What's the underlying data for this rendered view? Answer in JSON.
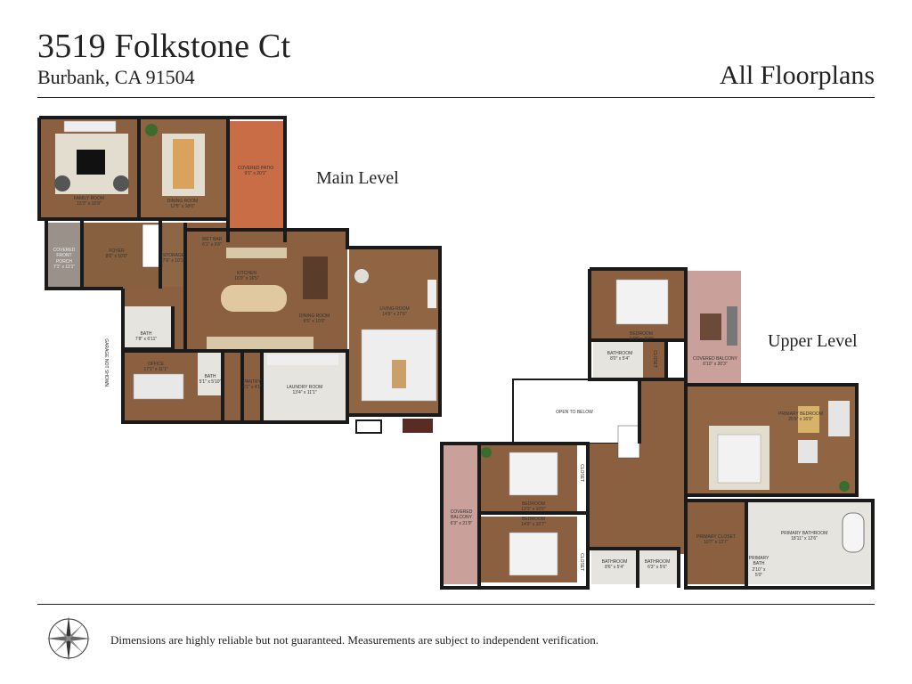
{
  "header": {
    "address": "3519 Folkstone Ct",
    "city": "Burbank, CA 91504",
    "title": "All Floorplans"
  },
  "levels": {
    "main": "Main Level",
    "upper": "Upper Level"
  },
  "main_rooms": [
    {
      "id": "family",
      "name": "FAMILY ROOM",
      "dim": "15'3\" x 15'9\""
    },
    {
      "id": "dining",
      "name": "DINING ROOM",
      "dim": "12'5\" x 18'0\""
    },
    {
      "id": "patio",
      "name": "COVERED PATIO",
      "dim": "9'1\" x 20'1\""
    },
    {
      "id": "foyer",
      "name": "FOYER",
      "dim": "8'6\" x 10'0\""
    },
    {
      "id": "storage",
      "name": "STORAGE",
      "dim": "7'6\" x 10'1\""
    },
    {
      "id": "wetbar",
      "name": "WET BAR",
      "dim": "6'1\" x 5'6\""
    },
    {
      "id": "kitchen",
      "name": "KITCHEN",
      "dim": "16'0\" x 16'5\""
    },
    {
      "id": "diningroom2",
      "name": "DINING ROOM",
      "dim": "9'5\" x 10'0\""
    },
    {
      "id": "living",
      "name": "LIVING ROOM",
      "dim": "14'9\" x 27'6\""
    },
    {
      "id": "bath1",
      "name": "BATH",
      "dim": "7'8\" x 6'11\""
    },
    {
      "id": "office",
      "name": "OFFICE",
      "dim": "17'1\" x 11'1\""
    },
    {
      "id": "bath2",
      "name": "BATH",
      "dim": "5'1\" x 5'10\""
    },
    {
      "id": "pantry",
      "name": "PANTRY",
      "dim": "4'1\" x 4'1\""
    },
    {
      "id": "laundry",
      "name": "LAUNDRY ROOM",
      "dim": "13'4\" x 11'1\""
    },
    {
      "id": "porch",
      "name": "COVERED FRONT PORCH",
      "dim": "7'1\" x 11'1\""
    }
  ],
  "main_side_note": "GARAGE NOT SHOWN",
  "upper_rooms": [
    {
      "id": "ubed1",
      "name": "BEDROOM",
      "dim": "14'8\" x 11'9\""
    },
    {
      "id": "ubalc1",
      "name": "COVERED BALCONY",
      "dim": "6'10\" x 20'3\""
    },
    {
      "id": "ubath1",
      "name": "BATHROOM",
      "dim": "8'0\" x 5'4\""
    },
    {
      "id": "ucloset1",
      "name": "CLOSET",
      "dim": ""
    },
    {
      "id": "openbelow",
      "name": "OPEN TO BELOW",
      "dim": ""
    },
    {
      "id": "primarybed",
      "name": "PRIMARY BEDROOM",
      "dim": "25'9\" x 16'9\""
    },
    {
      "id": "ubed2",
      "name": "BEDROOM",
      "dim": "13'3\" x 10'6\""
    },
    {
      "id": "ubed3",
      "name": "BEDROOM",
      "dim": "14'9\" x 10'7\""
    },
    {
      "id": "ubalc2",
      "name": "COVERED BALCONY",
      "dim": "6'3\" x 21'9\""
    },
    {
      "id": "ucloset2",
      "name": "CLOSET",
      "dim": ""
    },
    {
      "id": "ucloset3",
      "name": "CLOSET",
      "dim": ""
    },
    {
      "id": "ubath2",
      "name": "BATHROOM",
      "dim": "8'6\" x 5'4\""
    },
    {
      "id": "ubath3",
      "name": "BATHROOM",
      "dim": "6'3\" x 5'6\""
    },
    {
      "id": "pcloset",
      "name": "PRIMARY CLOSET",
      "dim": "10'7\" x 13'7\""
    },
    {
      "id": "pbath",
      "name": "PRIMARY BATHROOM",
      "dim": "18'11\" x 12'6\""
    },
    {
      "id": "pbath2",
      "name": "PRIMARY BATH",
      "dim": "2'10\" x 5'0\""
    }
  ],
  "disclaimer": "Dimensions are highly reliable but not guaranteed. Measurements are subject to independent verification.",
  "colors": {
    "wall": "#1a1a1a",
    "wood": "#8a6040",
    "tile": "#e6e4df",
    "patio": "#c86d45",
    "balcony": "#c9a09a",
    "rug": "#e3ddcf"
  }
}
